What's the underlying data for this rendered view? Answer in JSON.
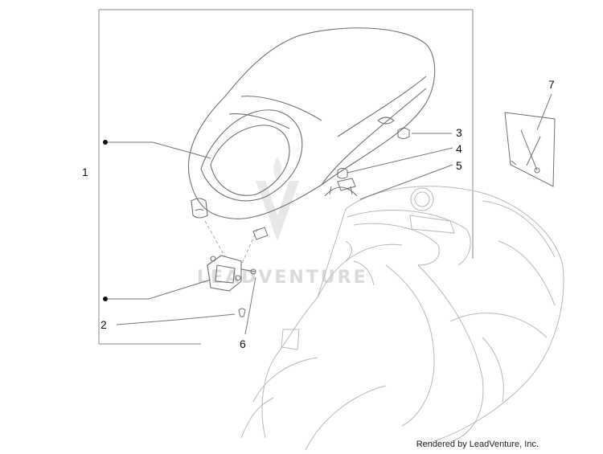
{
  "diagram": {
    "callouts": [
      {
        "id": "1",
        "label": "1"
      },
      {
        "id": "2",
        "label": "2"
      },
      {
        "id": "3",
        "label": "3"
      },
      {
        "id": "4",
        "label": "4"
      },
      {
        "id": "5",
        "label": "5"
      },
      {
        "id": "6",
        "label": "6"
      },
      {
        "id": "7",
        "label": "7"
      }
    ],
    "watermark": "LEADVENTURE",
    "credit": "Rendered by LeadVenture, Inc.",
    "colors": {
      "line": "#6f6f6f",
      "light": "#b9b9b9",
      "ink": "#111111"
    }
  }
}
